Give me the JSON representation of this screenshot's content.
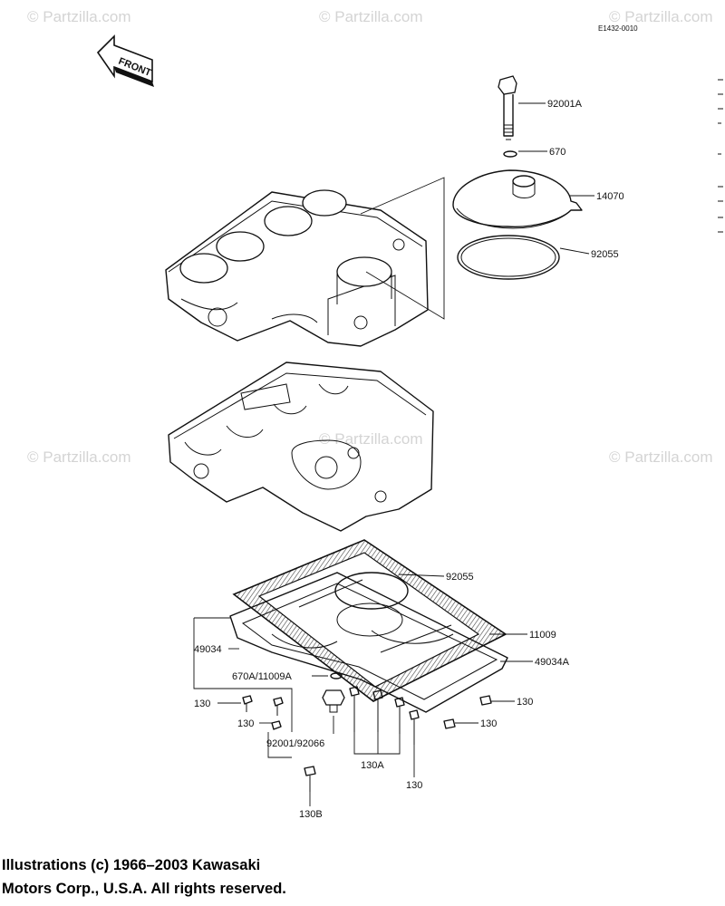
{
  "diagram_code": "E1432-0010",
  "front_label": "FRONT",
  "watermark": "© Partzilla.com",
  "labels": {
    "bolt_upper": "92001A",
    "washer_upper": "670",
    "cover": "14070",
    "oring_upper": "92055",
    "oring_lower": "92055",
    "gasket": "11009",
    "oil_pan_left": "49034",
    "oil_pan_right": "49034A",
    "washer_gasket": "670A/11009A",
    "bolt_a": "130",
    "bolt_b": "130",
    "bolt_c": "130",
    "bolt_d": "130",
    "drain_plug": "92001/92066",
    "bolt_group": "130A",
    "bolt_e": "130",
    "bolt_f": "130B"
  },
  "footer": {
    "line1": "Illustrations (c) 1966–2003 Kawasaki",
    "line2": "Motors Corp., U.S.A.  All rights reserved."
  }
}
